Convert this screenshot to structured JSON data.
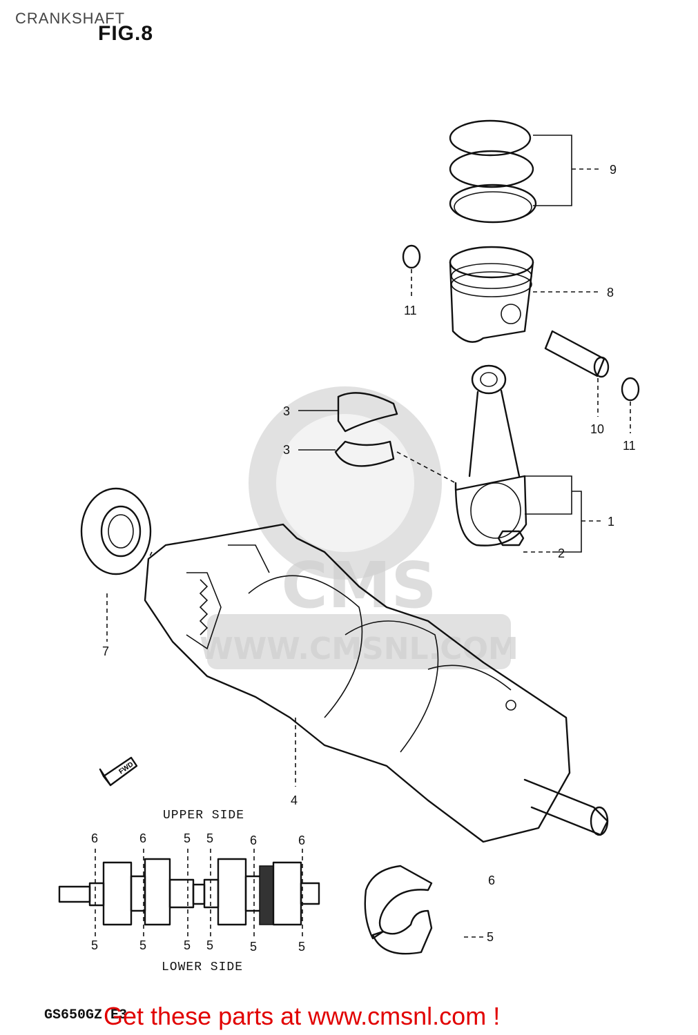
{
  "header": {
    "title": "CRANKSHAFT",
    "figure": "FIG.8"
  },
  "callouts": {
    "c1": "1",
    "c2": "2",
    "c3a": "3",
    "c3b": "3",
    "c4": "4",
    "c6_main": "6",
    "c5_main": "5",
    "c7": "7",
    "c8": "8",
    "c9": "9",
    "c10": "10",
    "c11a": "11",
    "c11b": "11"
  },
  "layout_diagram": {
    "upper_label": "UPPER SIDE",
    "lower_label": "LOWER SIDE",
    "upper_numbers": [
      "6",
      "6",
      "5",
      "5",
      "6",
      "6"
    ],
    "lower_numbers": [
      "5",
      "5",
      "5",
      "5",
      "5",
      "5"
    ]
  },
  "fwd_arrow": "FWD",
  "watermark": {
    "brand": "CMS",
    "url": "WWW.CMSNL.COM"
  },
  "footer": {
    "model_code": "GS650GZ E3",
    "cta": "Get these parts at www.cmsnl.com !"
  }
}
